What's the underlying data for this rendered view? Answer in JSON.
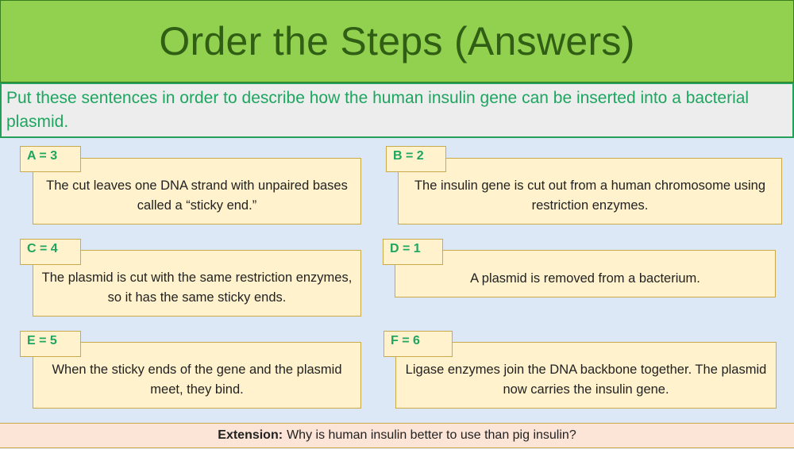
{
  "title": "Order the Steps (Answers)",
  "instructions": "Put these sentences in order to describe how the human insulin gene can be inserted into a bacterial plasmid.",
  "cards": [
    {
      "label": "A = 3",
      "text": "The cut leaves one DNA strand with unpaired bases called a “sticky end.”"
    },
    {
      "label": "B = 2",
      "text": "The insulin gene is cut out from a human chromosome using restriction enzymes."
    },
    {
      "label": "C = 4",
      "text": "The plasmid is cut with the same restriction enzymes, so it has the same sticky ends."
    },
    {
      "label": "D = 1",
      "text": "A plasmid is removed from a bacterium."
    },
    {
      "label": "E = 5",
      "text": "When the sticky ends of the gene and the plasmid meet, they bind."
    },
    {
      "label": "F = 6",
      "text": "Ligase enzymes join the DNA backbone together. The plasmid now carries the insulin gene."
    }
  ],
  "extension": {
    "label": "Extension:",
    "question": "Why is human insulin better to use than pig insulin?"
  },
  "colors": {
    "title_bg": "#92d050",
    "title_text": "#2f5e14",
    "instruction_text": "#1ea560",
    "card_bg": "#fff2cc",
    "extension_bg": "#fce4d6",
    "page_bg": "#dce8f5"
  }
}
